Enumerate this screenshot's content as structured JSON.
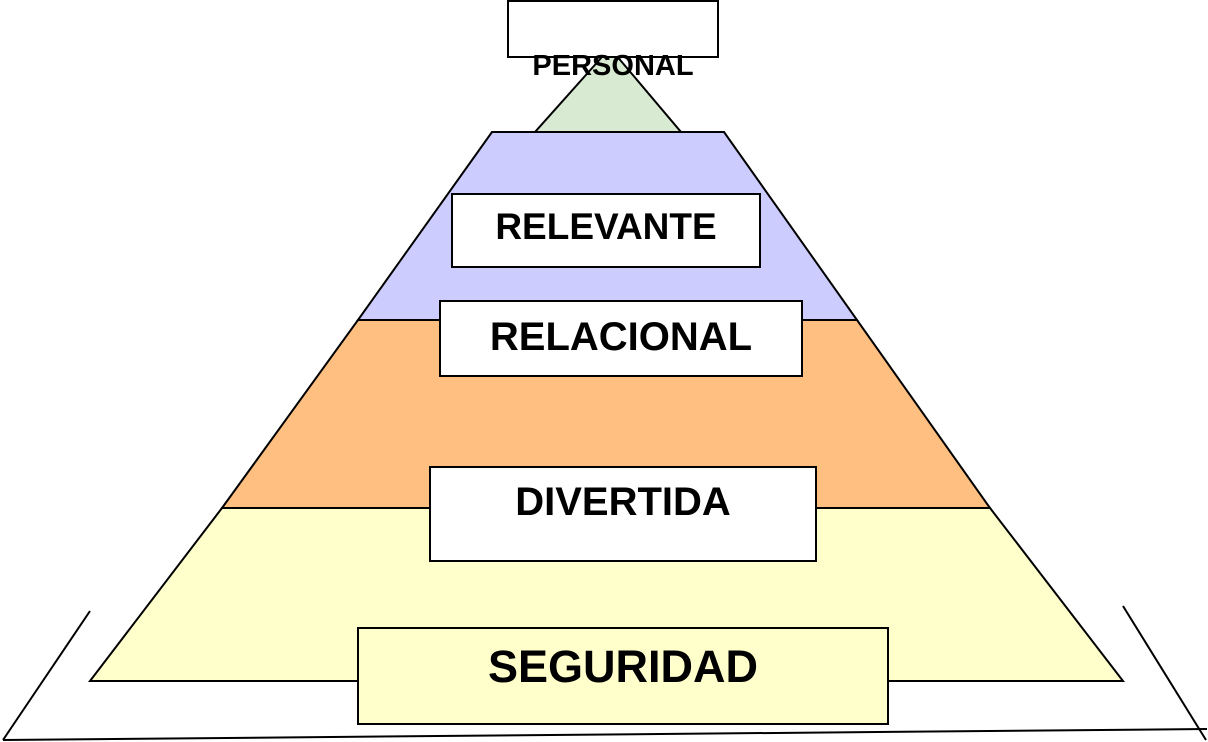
{
  "diagram": {
    "levels": [
      {
        "id": "personal",
        "label": "PERSONAL",
        "fill": "#d9ead3"
      },
      {
        "id": "relevante",
        "label": "RELEVANTE",
        "fill": "#ccccff"
      },
      {
        "id": "relacional",
        "label": "RELACIONAL",
        "fill": "#ffbf80"
      },
      {
        "id": "divertida",
        "label": "DIVERTIDA",
        "fill": "#ffffcc"
      },
      {
        "id": "seguridad",
        "label": "SEGURIDAD",
        "fill": "#ffffcc"
      }
    ],
    "seguridad_box_fill": "#ffffcc",
    "stroke_color": "#000000"
  }
}
